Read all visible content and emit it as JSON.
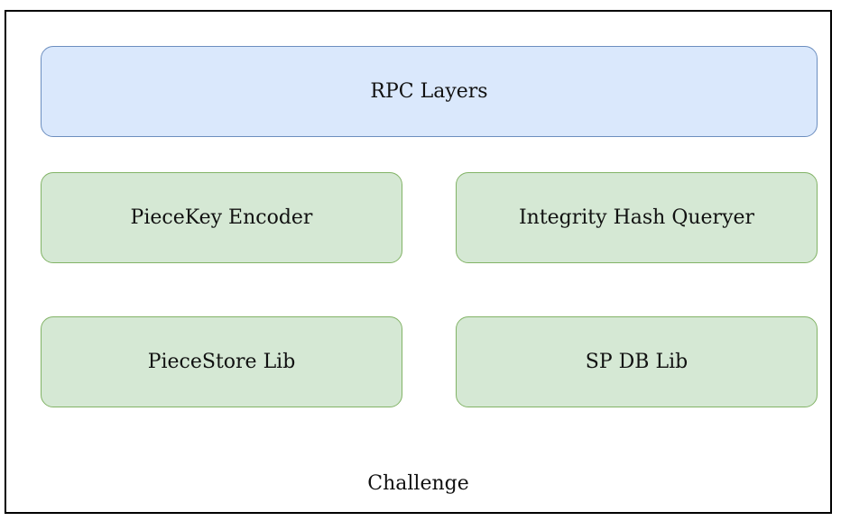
{
  "diagram": {
    "container_label": "Challenge",
    "boxes": {
      "rpc_layers": "RPC Layers",
      "piecekey_encoder": "PieceKey Encoder",
      "integrity_hash_queryer": "Integrity Hash Queryer",
      "piecestore_lib": "PieceStore Lib",
      "sp_db_lib": "SP DB Lib"
    },
    "colors": {
      "blue_fill": "#dae8fc",
      "blue_stroke": "#6c8ebf",
      "green_fill": "#d5e8d4",
      "green_stroke": "#82b366",
      "frame_stroke": "#000000"
    }
  }
}
